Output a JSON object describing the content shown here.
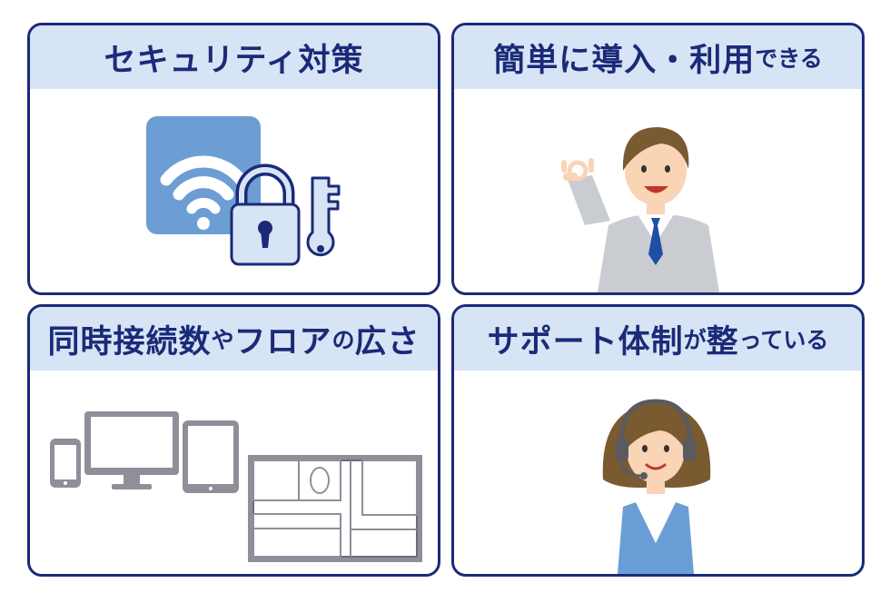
{
  "cards": [
    {
      "title": "セキュリティ対策",
      "icons": [
        "wifi-icon",
        "padlock-icon",
        "key-icon"
      ]
    },
    {
      "title_main": "簡単に導入・利用",
      "title_small": "できる",
      "icons": [
        "businessman-ok-icon"
      ]
    },
    {
      "title_main1": "同時接続数",
      "title_small1": "や",
      "title_main2": "フロア",
      "title_small2": "の",
      "title_main3": "広さ",
      "icons": [
        "smartphone-icon",
        "monitor-icon",
        "tablet-icon",
        "floor-plan-icon"
      ]
    },
    {
      "title_main1": "サポート体制",
      "title_small": "が",
      "title_main2": "整",
      "title_small2": "っている",
      "icons": [
        "operator-headset-icon"
      ]
    }
  ],
  "colors": {
    "border": "#1b2a78",
    "header_bg": "#d6e4f5",
    "title_text": "#1b2a78",
    "wifi_tile": "#6c9ed4",
    "icon_fill": "#d6e4f5",
    "device_gray": "#8e8f99",
    "suit": "#c9ccd1",
    "tie": "#1f4fa5",
    "hair": "#7a5a30",
    "vest": "#6a9ed6"
  }
}
